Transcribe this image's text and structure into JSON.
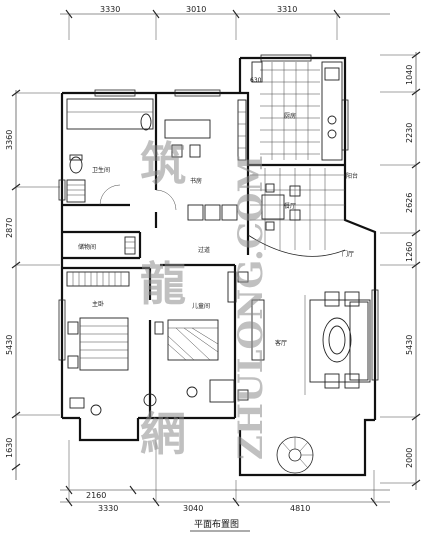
{
  "title": "平面布置图",
  "dimensions": {
    "top": [
      "3330",
      "3010",
      "3310"
    ],
    "bottom_inner": [
      "2160"
    ],
    "bottom": [
      "3330",
      "3040",
      "4810"
    ],
    "left": [
      "3360",
      "2870",
      "5430",
      "1630"
    ],
    "right": [
      "1040",
      "2230",
      "2626",
      "1260",
      "5430",
      "2000"
    ]
  },
  "rooms": {
    "bathroom": "卫生间",
    "study": "书房",
    "kitchen": "厨房",
    "dining": "餐厅",
    "storage": "储物间",
    "hall": "过道",
    "bedroom": "主卧",
    "child_room": "儿童间",
    "living": "客厅",
    "balcony": "阳台",
    "entry": "门厅",
    "upper_label": "630"
  },
  "watermark": {
    "left_chars": [
      "筑",
      "龍",
      "網"
    ],
    "right_chars": "ZHULONG.COM"
  },
  "colors": {
    "line": "#111111",
    "watermark": "#8c8c8c"
  }
}
